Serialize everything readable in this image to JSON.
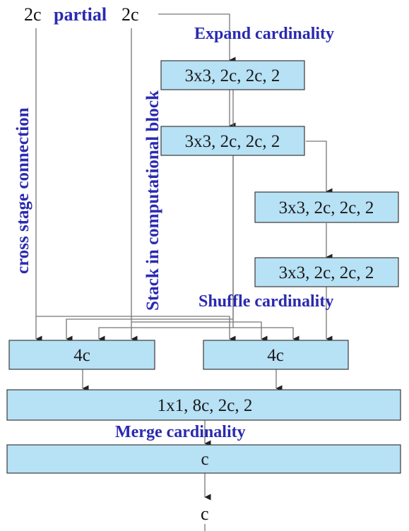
{
  "colors": {
    "box_fill": "#b7e1f5",
    "box_stroke": "#3a3a3a",
    "line": "#777777",
    "arrow": "#222222",
    "label": "#2a2ab0",
    "text": "#111111"
  },
  "input": {
    "left": "2c",
    "middle": "partial",
    "right": "2c"
  },
  "annotations": {
    "expand": "Expand cardinality",
    "shuffle": "Shuffle cardinality",
    "merge": "Merge cardinality",
    "cross_stage": "cross stage connection",
    "stack": "Stack in computational block"
  },
  "blocks": {
    "conv1": "3x3, 2c, 2c, 2",
    "conv2": "3x3, 2c, 2c, 2",
    "conv3": "3x3, 2c, 2c, 2",
    "conv4": "3x3, 2c, 2c, 2",
    "concat_left": "4c",
    "concat_right": "4c",
    "merge_conv": "1x1, 8c, 2c, 2",
    "final": "c"
  },
  "output": {
    "label": "c"
  }
}
